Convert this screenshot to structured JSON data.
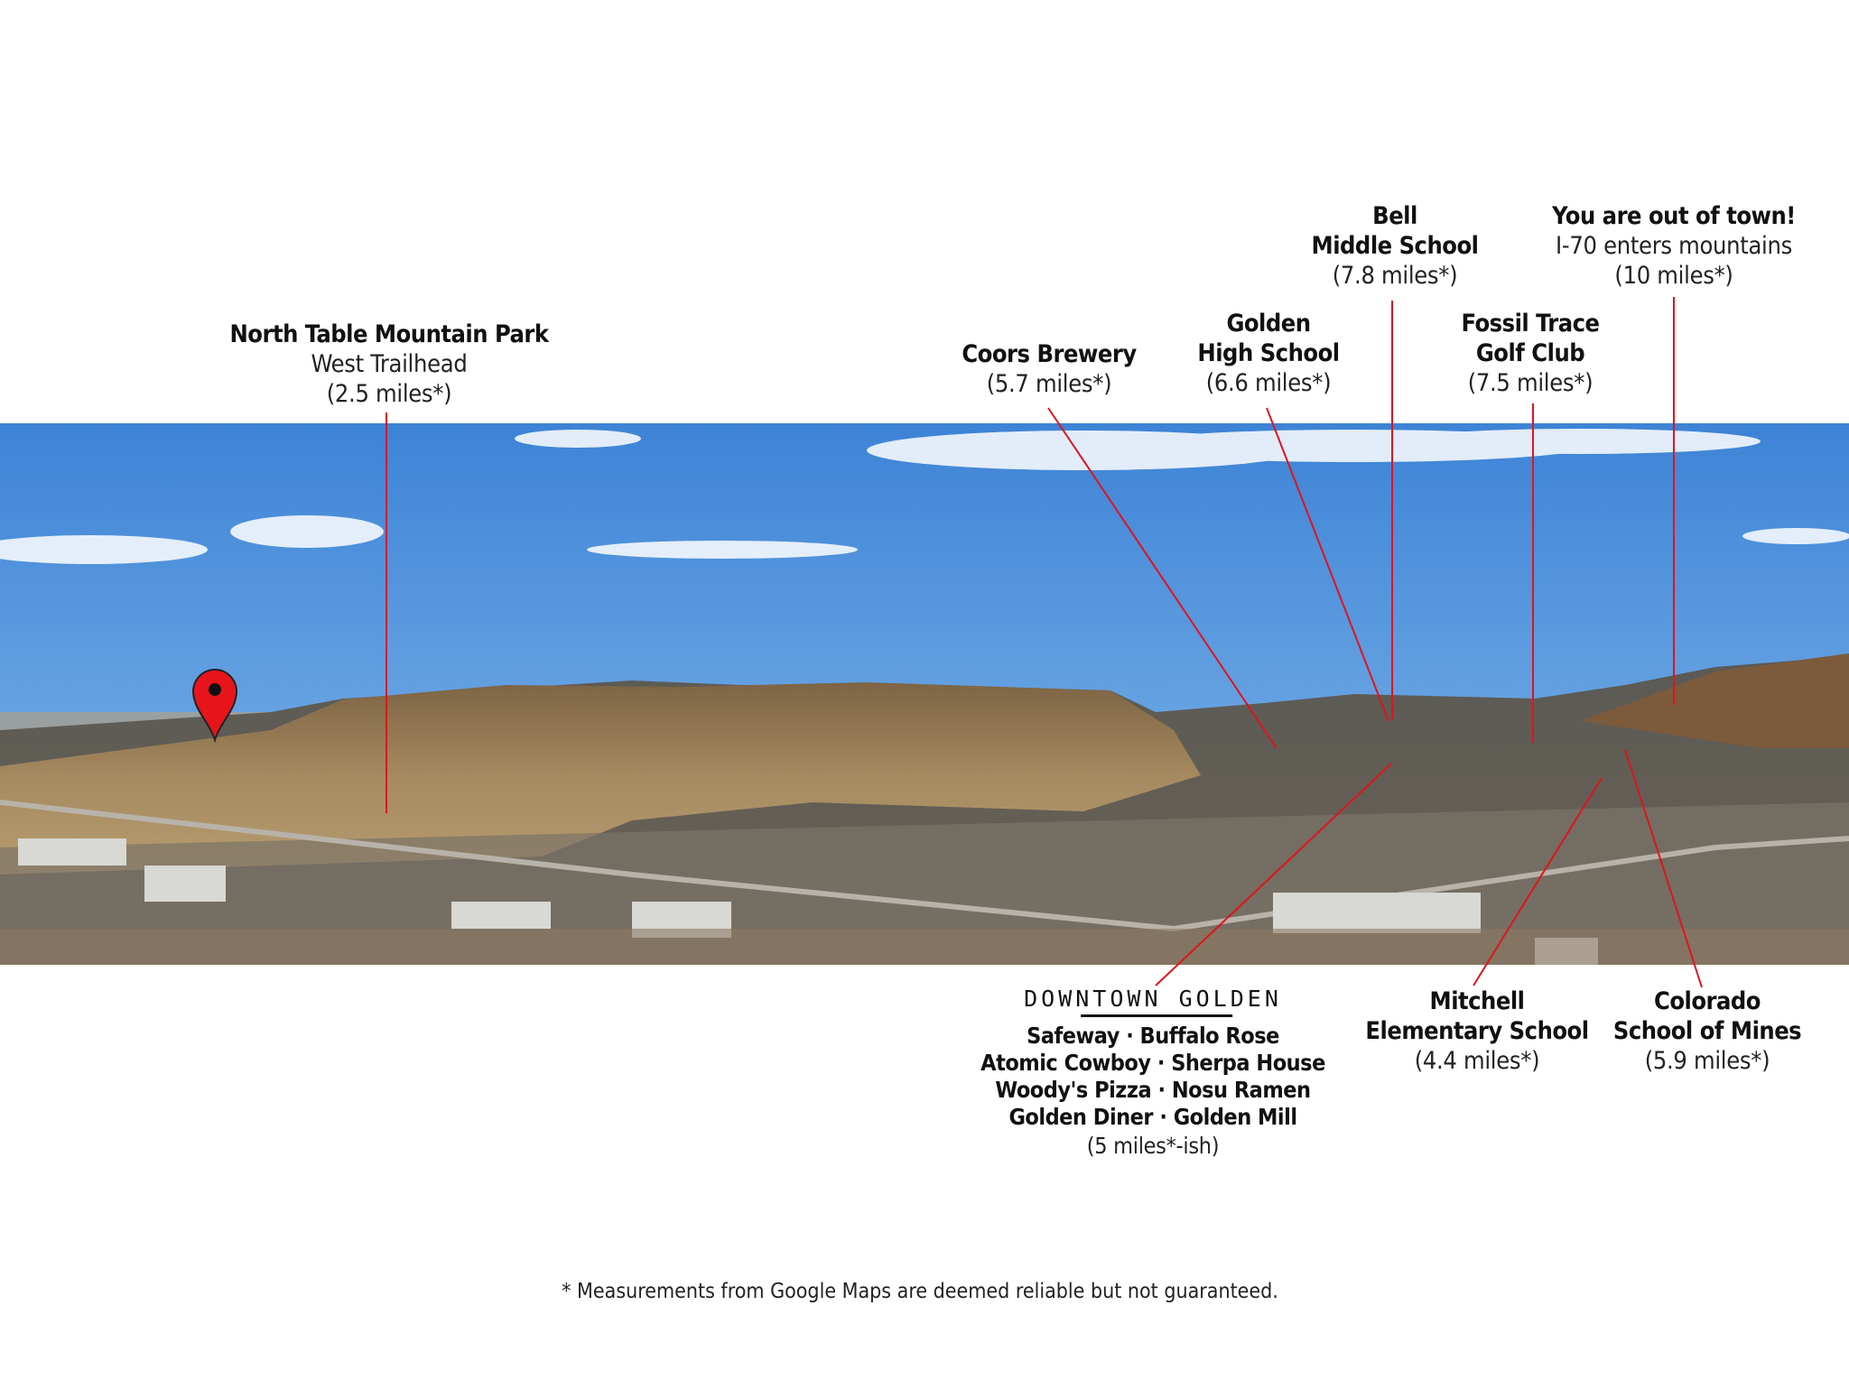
{
  "labels": {
    "north_table": {
      "title": "North Table Mountain Park",
      "sub": "West Trailhead",
      "distance": "(2.5 miles*)"
    },
    "coors": {
      "title": "Coors Brewery",
      "distance": "(5.7 miles*)"
    },
    "golden_high": {
      "title1": "Golden",
      "title2": "High School",
      "distance": "(6.6 miles*)"
    },
    "bell_middle": {
      "title1": "Bell",
      "title2": "Middle School",
      "distance": "(7.8 miles*)"
    },
    "fossil_trace": {
      "title1": "Fossil Trace",
      "title2": "Golf Club",
      "distance": "(7.5 miles*)"
    },
    "out_of_town": {
      "title": "You are out of town!",
      "sub": "I-70 enters mountains",
      "distance": "(10 miles*)"
    },
    "downtown": {
      "title": "DOWNTOWN GOLDEN",
      "lines": [
        "Safeway · Buffalo Rose",
        "Atomic Cowboy · Sherpa House",
        "Woody's Pizza · Nosu Ramen",
        "Golden Diner · Golden Mill"
      ],
      "distance": "(5 miles*-ish)"
    },
    "mitchell": {
      "title1": "Mitchell",
      "title2": "Elementary School",
      "distance": "(4.4 miles*)"
    },
    "mines": {
      "title1": "Colorado",
      "title2": "School of Mines",
      "distance": "(5.9 miles*)"
    }
  },
  "footnote": "* Measurements from Google Maps are deemed reliable but not guaranteed.",
  "colors": {
    "leader": "#e0141e",
    "pin": "#e8141c",
    "sky_top": "#3f86d8",
    "sky_bottom": "#a9cdea"
  }
}
